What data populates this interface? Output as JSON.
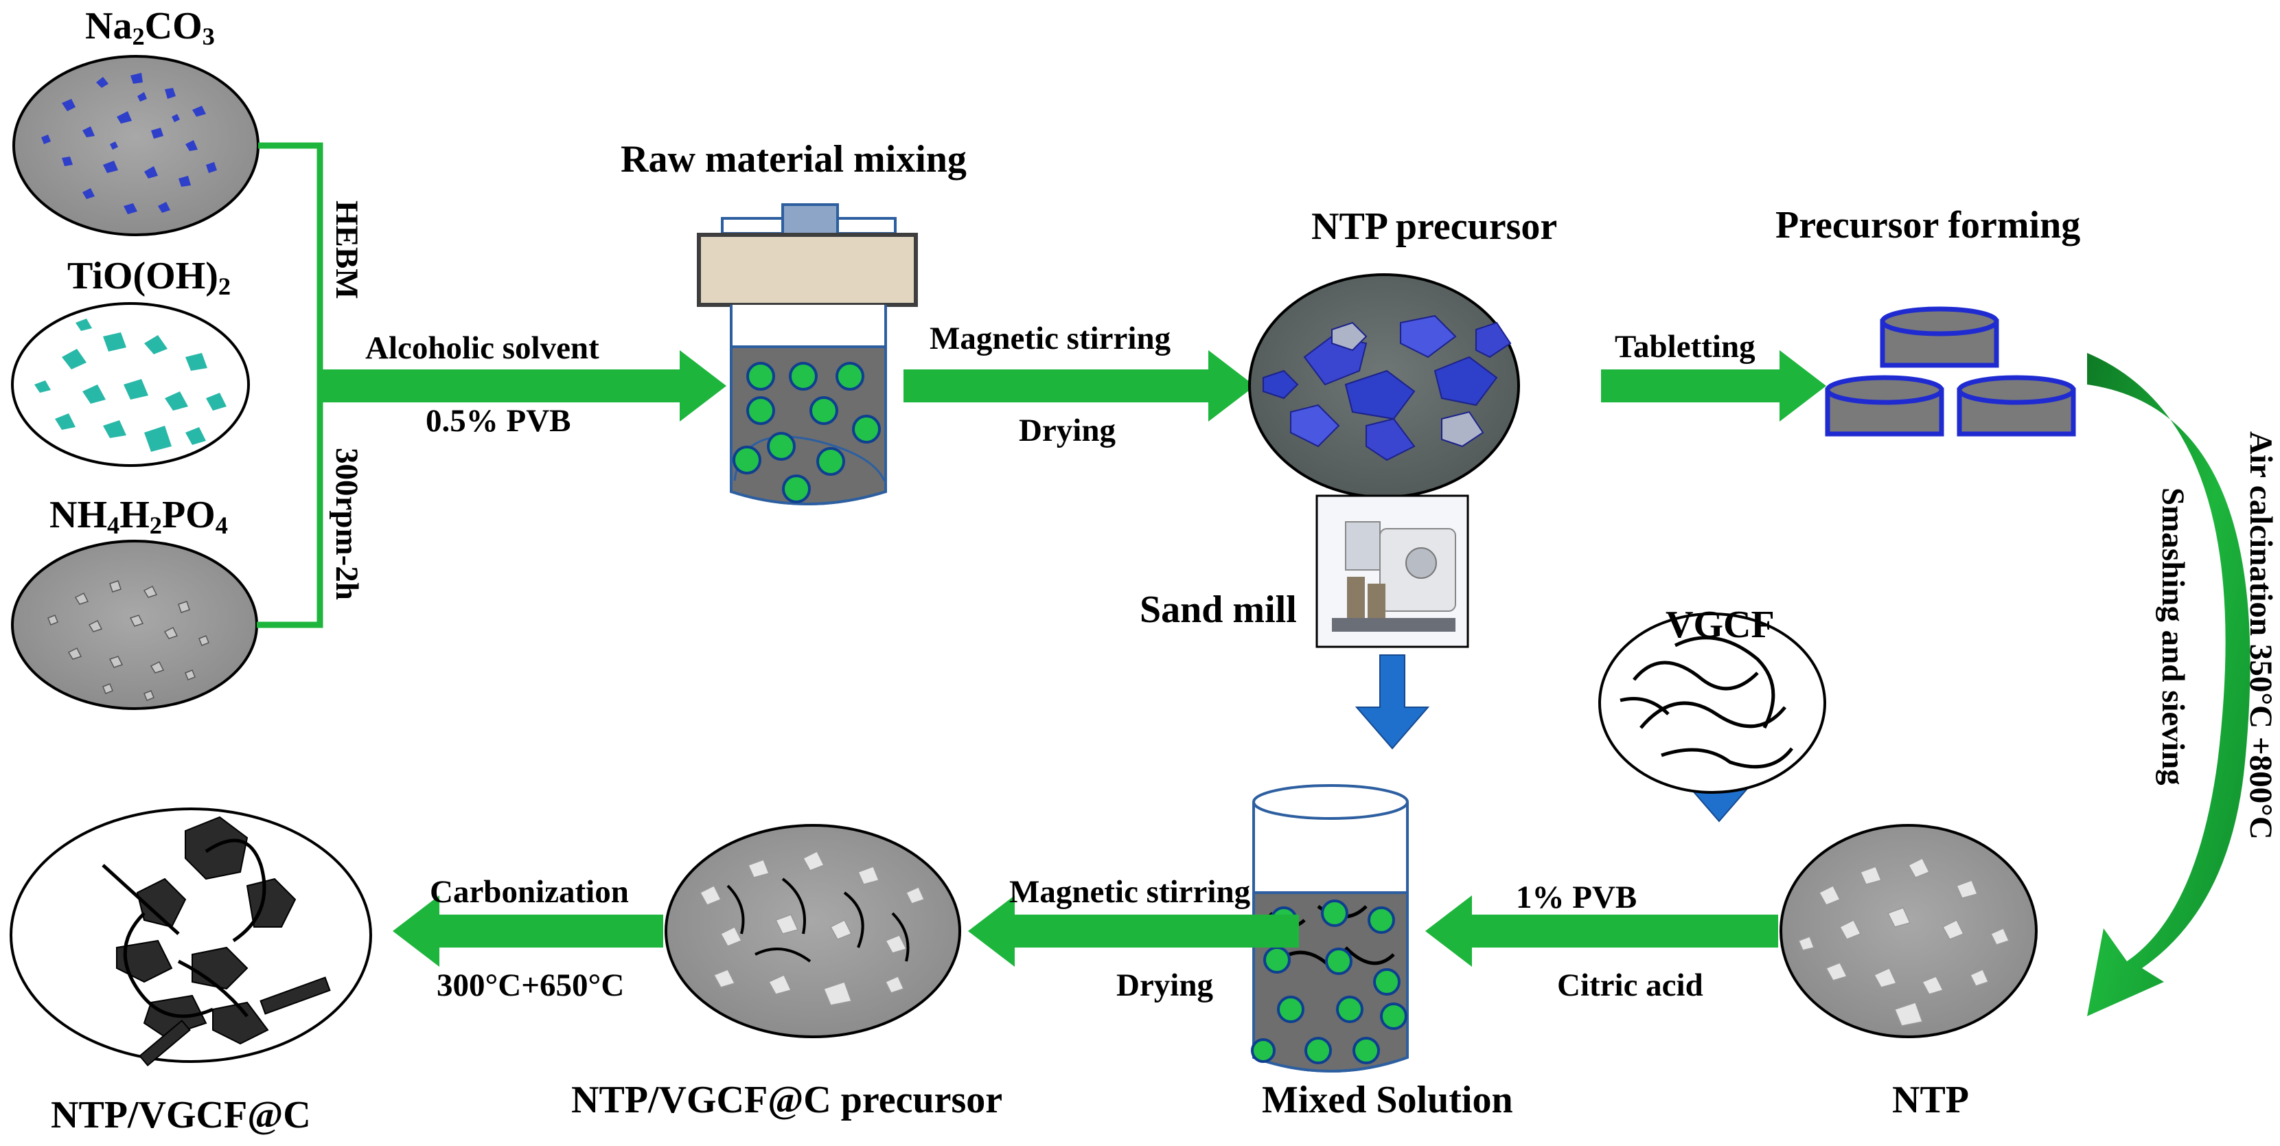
{
  "reagents": {
    "na2co3": {
      "main": "Na",
      "sub1": "2",
      "mid": "CO",
      "sub2": "3"
    },
    "tiooh2": {
      "main": "TiO(OH)",
      "sub1": "2"
    },
    "nh4h2po4": {
      "a": "NH",
      "s1": "4",
      "b": "H",
      "s2": "2",
      "c": "PO",
      "s3": "4"
    }
  },
  "mixing": {
    "hebm": "HEBM",
    "rpm": "300rpm-2h",
    "solvent": "Alcoholic solvent",
    "pvb": "0.5% PVB",
    "title": "Raw material mixing"
  },
  "step2": {
    "top": "Magnetic stirring",
    "bottom": "Drying",
    "title": "NTP precursor"
  },
  "step3": {
    "top": "Tabletting",
    "title": "Precursor forming"
  },
  "calcination": {
    "outer": "Air calcination 350°C +800°C",
    "inner": "Smashing and sieving"
  },
  "ntp": {
    "title": "NTP",
    "top": "1% PVB",
    "bottom": "Citric acid"
  },
  "vgcf": {
    "title": "VGCF"
  },
  "sandmill": {
    "title": "Sand mill"
  },
  "mixed": {
    "title": "Mixed Solution"
  },
  "step5": {
    "top": "Magnetic stirring",
    "bottom": "Drying",
    "title": "NTP/VGCF@C precursor"
  },
  "step6": {
    "top": "Carbonization",
    "bottom": "300°C+650°C",
    "title": "NTP/VGCF@C"
  },
  "colors": {
    "arrow": "#1db53c",
    "blue_arrow": "#1f6fcc",
    "particle_blue": "#2e3fc9",
    "particle_teal": "#28b8a8",
    "gray": "#7d7d7d",
    "green_bead": "#22c24a"
  }
}
